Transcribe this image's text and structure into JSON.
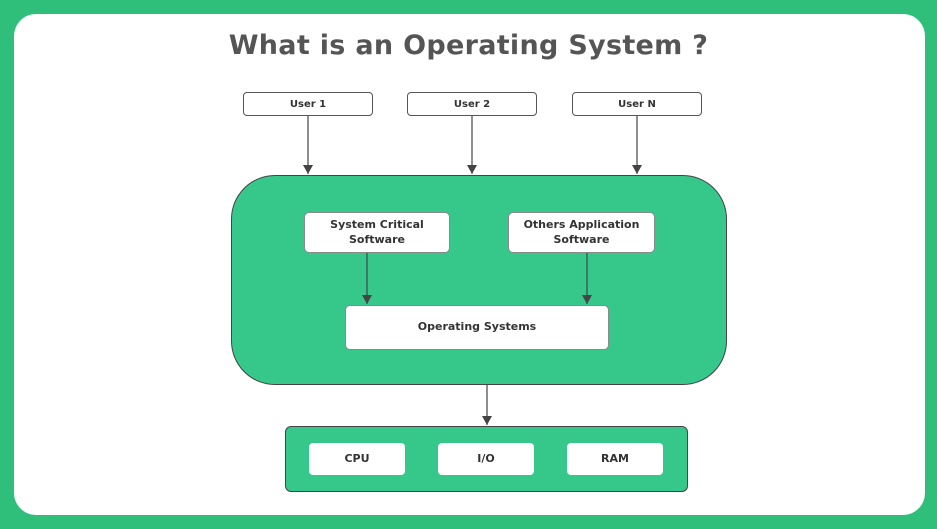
{
  "title": "What is an Operating System ?",
  "users": [
    "User 1",
    "User 2",
    "User N"
  ],
  "software": {
    "critical": "System Critical Software",
    "others": "Others Application Software"
  },
  "os": "Operating Systems",
  "hardware": [
    "CPU",
    "I/O",
    "RAM"
  ],
  "colors": {
    "background": "#2fbf7a",
    "group_fill": "#36c78a",
    "title_text": "#555555",
    "line": "#444444"
  }
}
